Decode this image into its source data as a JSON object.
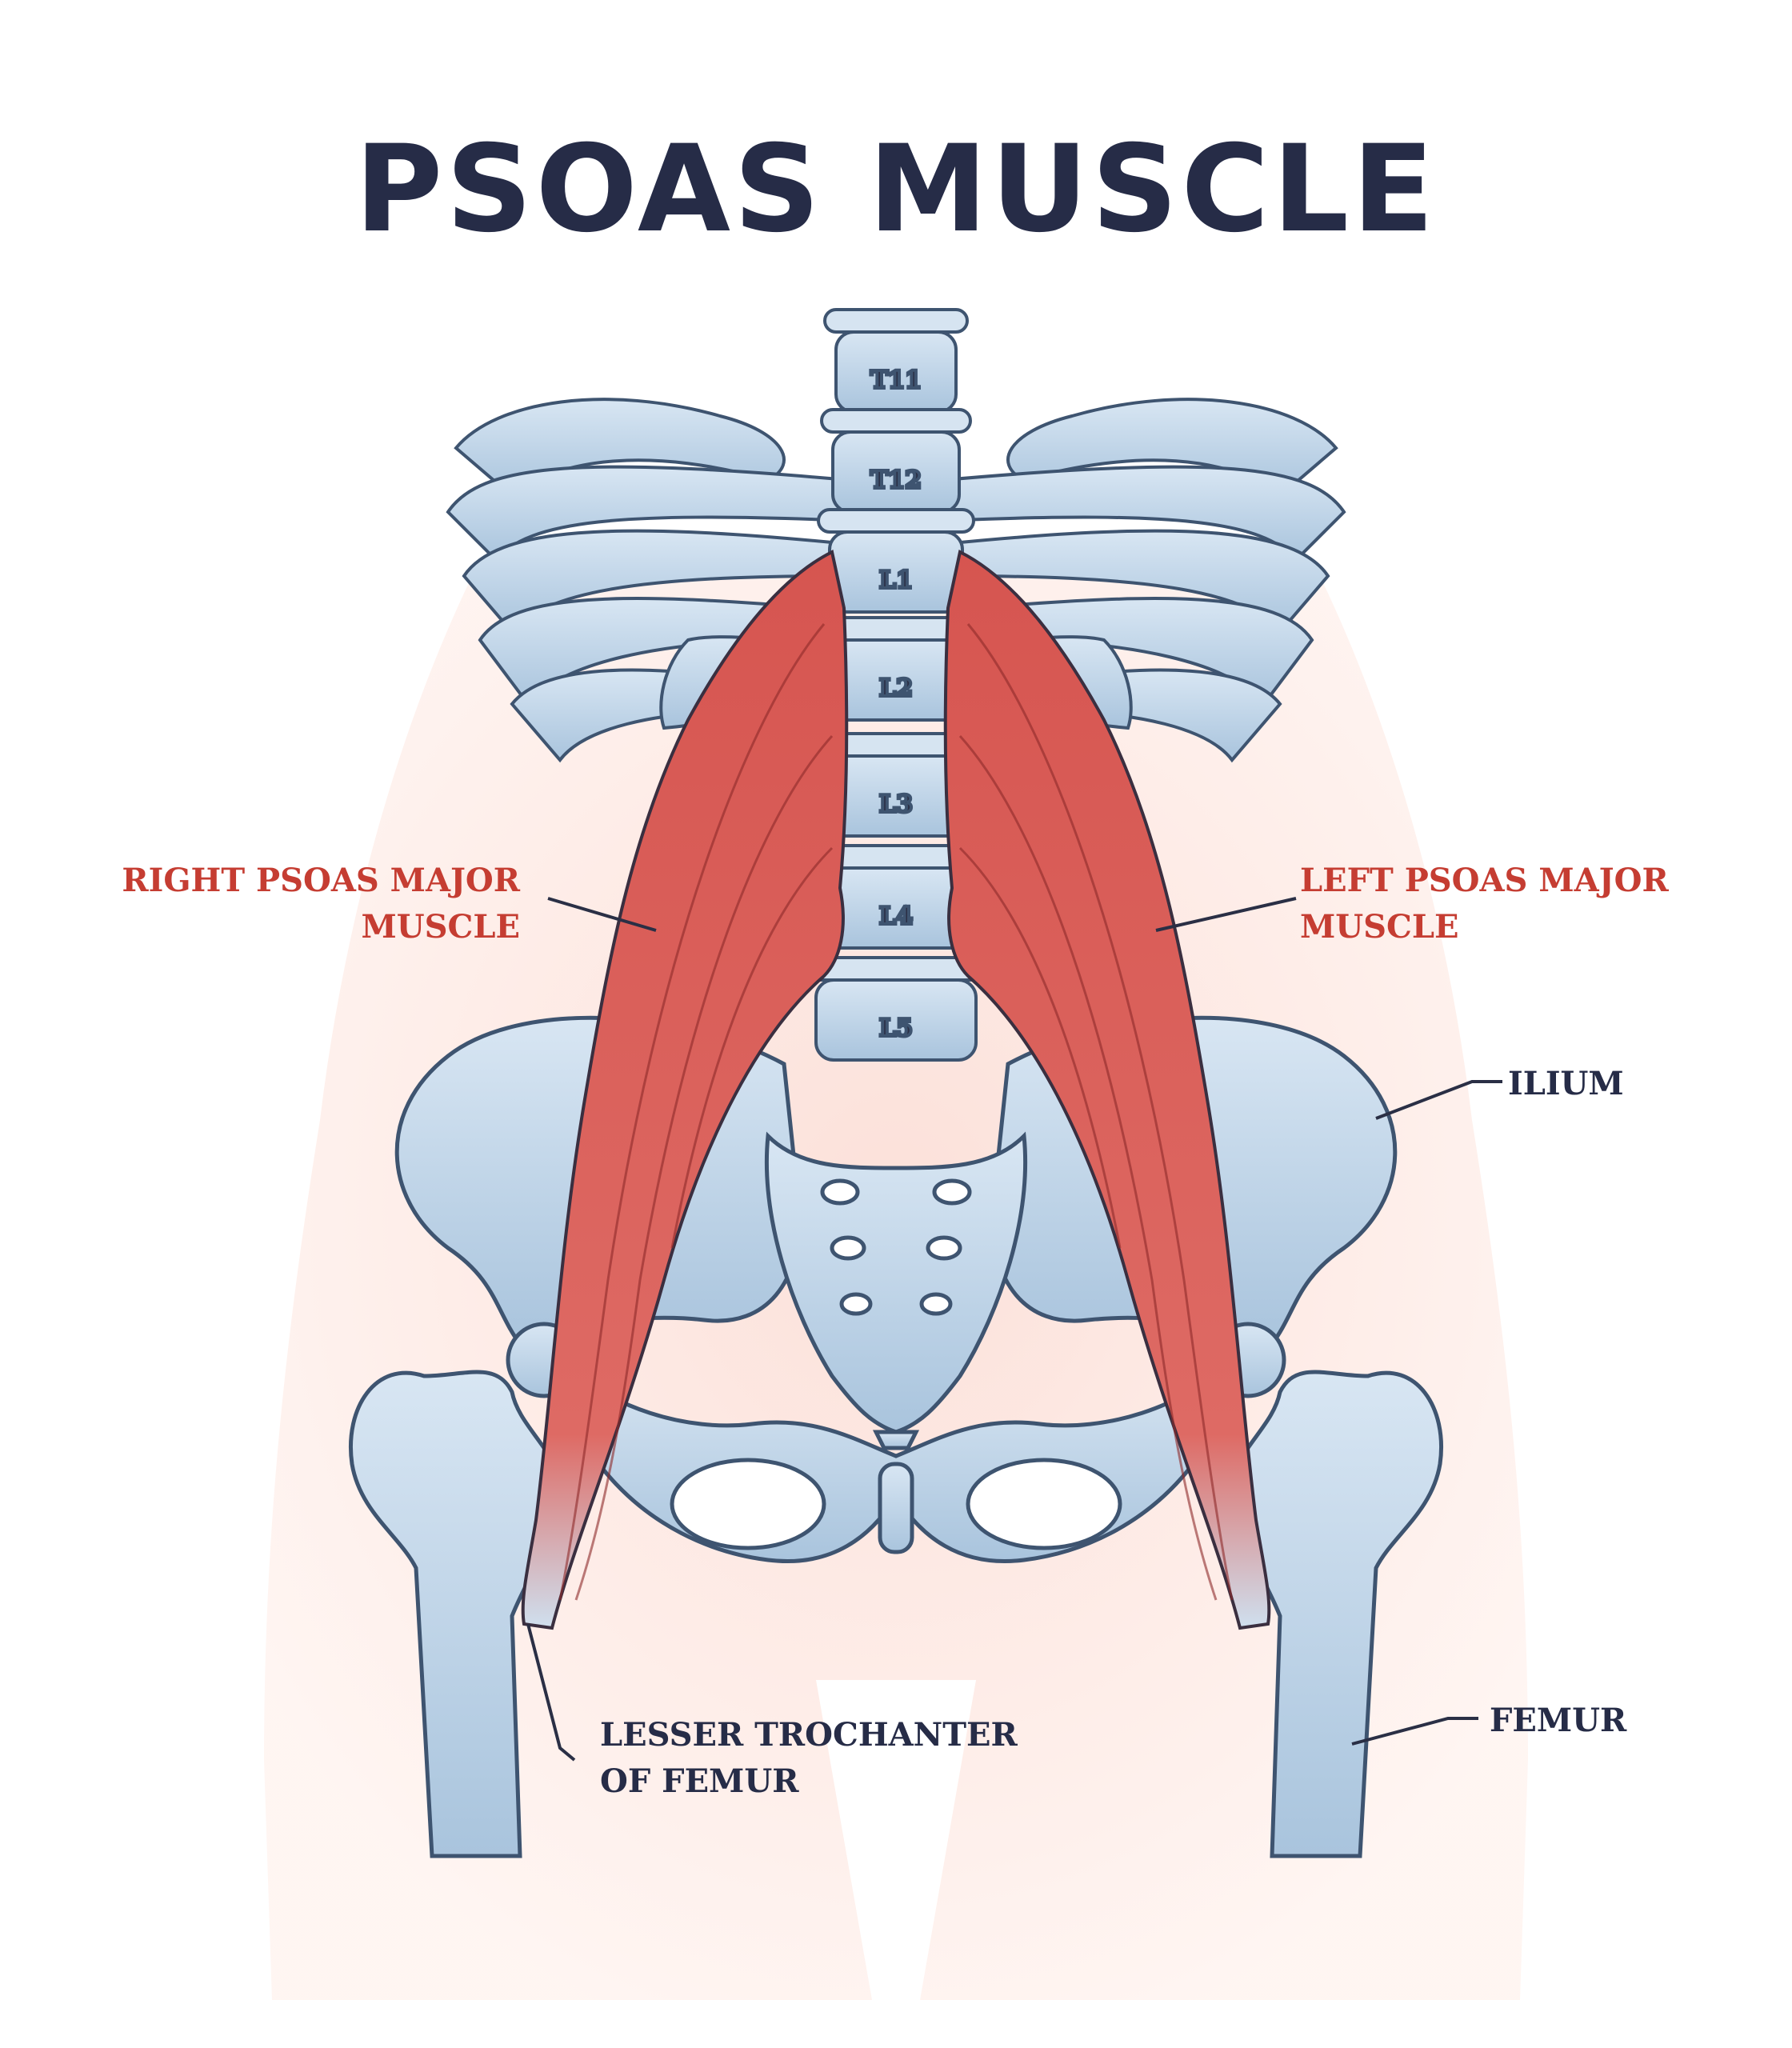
{
  "title": "PSOAS MUSCLE",
  "vertebrae": [
    "T11",
    "T12",
    "L1",
    "L2",
    "L3",
    "L4",
    "L5"
  ],
  "labels": {
    "right_psoas": "RIGHT PSOAS MAJOR\nMUSCLE",
    "left_psoas": "LEFT PSOAS MAJOR\nMUSCLE",
    "ilium": "ILIUM",
    "lesser_trochanter": "LESSER TROCHANTER\nOF FEMUR",
    "femur": "FEMUR"
  },
  "colors": {
    "title": "#262c47",
    "muscle_label": "#c53d32",
    "bone_label": "#262c47",
    "bone": "#bcd2e6",
    "muscle": "#d9534f",
    "skin": "#fbe3dd"
  }
}
